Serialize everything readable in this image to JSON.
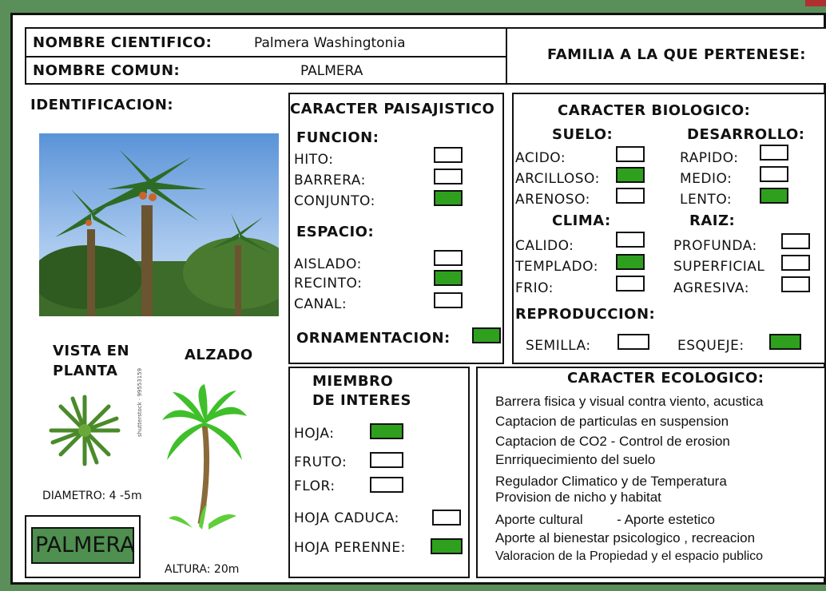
{
  "header": {
    "scientific_label": "NOMBRE CIENTIFICO:",
    "scientific_value": "Palmera Washingtonia",
    "common_label": "NOMBRE COMUN:",
    "common_value": "PALMERA",
    "family_label": "FAMILIA A LA QUE PERTENESE:"
  },
  "identification": {
    "title": "IDENTIFICACION:",
    "plan_label_1": "VISTA EN",
    "plan_label_2": "PLANTA",
    "elevation_label": "ALZADO",
    "diameter": "DIAMETRO: 4 -5m",
    "height": "ALTURA: 20m",
    "name_badge": "PALMERA",
    "watermark": "shutterstock · 99553159"
  },
  "landscape": {
    "title": "CARACTER PAISAJISTICO",
    "function_title": "FUNCION:",
    "functions": [
      {
        "label": "HITO:",
        "checked": false
      },
      {
        "label": "BARRERA:",
        "checked": false
      },
      {
        "label": "CONJUNTO:",
        "checked": true
      }
    ],
    "space_title": "ESPACIO:",
    "spaces": [
      {
        "label": "AISLADO:",
        "checked": false
      },
      {
        "label": "RECINTO:",
        "checked": true
      },
      {
        "label": "CANAL:",
        "checked": false
      }
    ],
    "ornament_label": "ORNAMENTACION:",
    "ornament_checked": true
  },
  "biological": {
    "title": "CARACTER BIOLOGICO:",
    "soil_title": "SUELO:",
    "soil": [
      {
        "label": "ACIDO:",
        "checked": false
      },
      {
        "label": "ARCILLOSO:",
        "checked": true
      },
      {
        "label": "ARENOSO:",
        "checked": false
      }
    ],
    "growth_title": "DESARROLLO:",
    "growth": [
      {
        "label": "RAPIDO:",
        "checked": false
      },
      {
        "label": "MEDIO:",
        "checked": false
      },
      {
        "label": "LENTO:",
        "checked": true
      }
    ],
    "climate_title": "CLIMA:",
    "climate": [
      {
        "label": "CALIDO:",
        "checked": false
      },
      {
        "label": "TEMPLADO:",
        "checked": true
      },
      {
        "label": "FRIO:",
        "checked": false
      }
    ],
    "root_title": "RAIZ:",
    "root": [
      {
        "label": "PROFUNDA:",
        "checked": false
      },
      {
        "label": "SUPERFICIAL",
        "checked": false
      },
      {
        "label": "AGRESIVA:",
        "checked": false
      }
    ],
    "repro_title": "REPRODUCCION:",
    "repro": [
      {
        "label": "SEMILLA:",
        "checked": false
      },
      {
        "label": "ESQUEJE:",
        "checked": true
      }
    ]
  },
  "member": {
    "title_1": "MIEMBRO",
    "title_2": "DE INTERES",
    "items": [
      {
        "label": "HOJA:",
        "checked": true
      },
      {
        "label": "FRUTO:",
        "checked": false
      },
      {
        "label": "FLOR:",
        "checked": false
      },
      {
        "label": "HOJA CADUCA:",
        "checked": false
      },
      {
        "label": "HOJA PERENNE:",
        "checked": true
      }
    ]
  },
  "ecological": {
    "title": "CARACTER ECOLOGICO:",
    "lines": [
      "Barrera fisica y visual contra viento, acustica",
      "Captacion de particulas en suspension",
      "Captacion de CO2 - Control de erosion",
      "Enrriquecimiento del suelo",
      "Regulador Climatico y de Temperatura",
      "Provision de nicho y habitat",
      "Aporte cultural         - Aporte estetico",
      "Aporte al bienestar psicologico , recreacion",
      "Valoracion de la Propiedad y el espacio publico"
    ]
  },
  "colors": {
    "check_on": "#2ea01e",
    "border": "#5a8f5a",
    "badge": "#4f8f4f"
  }
}
